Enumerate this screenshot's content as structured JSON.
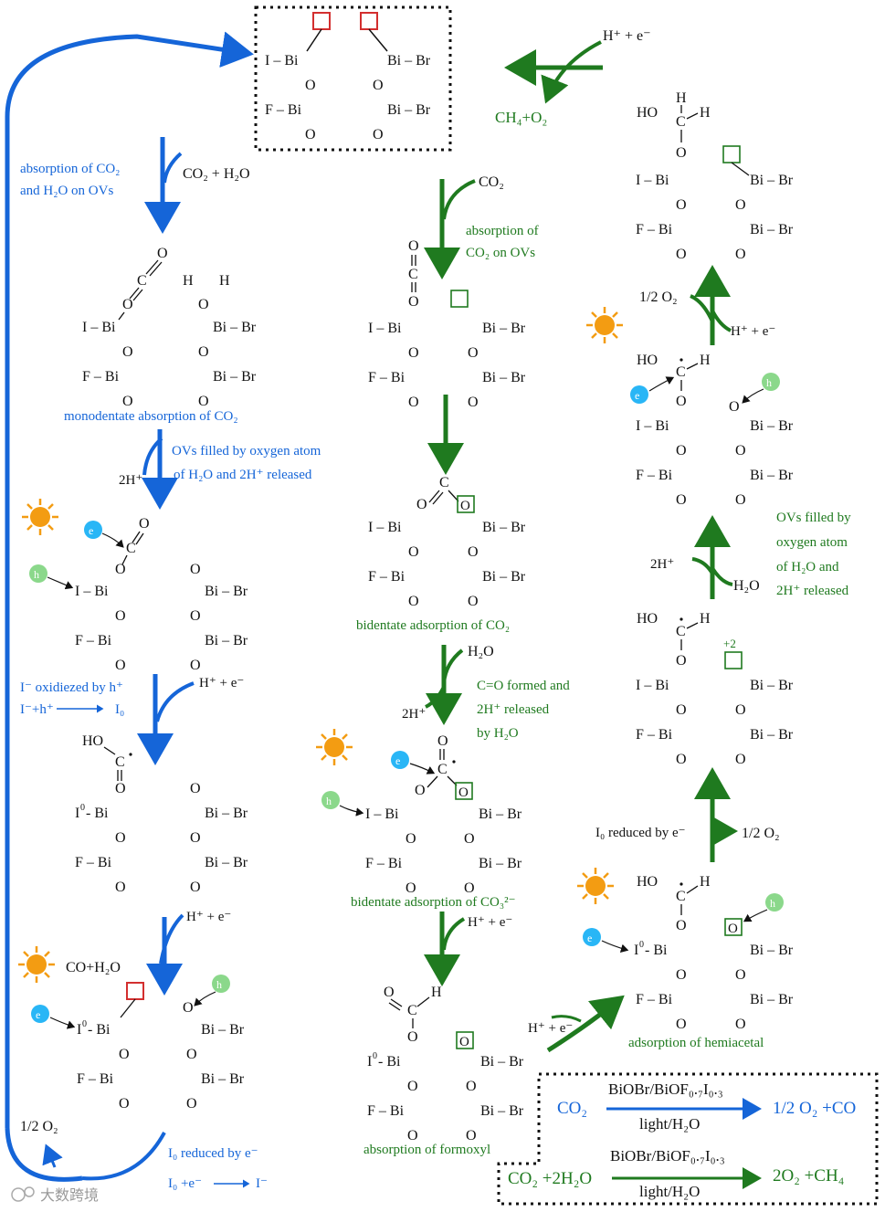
{
  "colors": {
    "blue": "#1565d8",
    "green": "#1f7a1f",
    "black": "#111111",
    "red": "#d32f2f",
    "sun": "#f39c12",
    "electron": "#29b6f6",
    "hole": "#8bd88b"
  },
  "sym": {
    "o": "O",
    "c": "C",
    "h": "H",
    "ho": "HO",
    "ibi": "I – Bi",
    "fbi": "F – Bi",
    "bibr": "Bi – Br",
    "i0bi": "I",
    "i0sup": "0",
    "i0bi2": "- Bi",
    "e": "e",
    "h_hole": "h",
    "plus": "+",
    "minus": "-"
  },
  "labels": {
    "hpe_top": "H⁺ + e⁻",
    "ch4o2": "CH₄+O₂",
    "co2h2o": "CO₂ + H₂O",
    "blue_abs1": "absorption of CO₂",
    "blue_abs2": "and H₂O on OVs",
    "mono": "monodentate absorption of CO₂",
    "ovs1": "OVs filled by oxygen atom",
    "ovs2": "of H₂O and 2H⁺ released",
    "two_h": "2H⁺",
    "hpe": "H⁺ + e⁻",
    "iox1": "I⁻ oxidiezed by h⁺",
    "iox2": "I⁻+h⁺",
    "iox3": "I₀",
    "coh2o": "CO+H₂O",
    "half_o2": "1/2 O₂",
    "i0red1": "I₀ reduced by e⁻",
    "i0red2": "I₀ +e⁻",
    "i0red3": "I⁻",
    "co2": "CO₂",
    "g_abs1": "absorption of",
    "g_abs2": "CO₂ on OVs",
    "bid_co2": "bidentate adsorption of CO₂",
    "h2o": "H₂O",
    "co_form1": "C=O formed and",
    "co_form2": "2H⁺ released",
    "co_form3": "by H₂O",
    "bid_co3": "bidentate adsorption of CO₃²⁻",
    "formoxyl": "absorption of formoxyl",
    "g_half_o2": "1/2 O₂",
    "ovs_r1": "OVs filled by",
    "ovs_r2": "oxygen atom",
    "ovs_r3": "of H₂O and",
    "ovs_r4": "2H⁺ released",
    "plus2": "+2",
    "i0red_r": "I₀ reduced by e⁻",
    "hemi": "adsorption of hemiacetal",
    "box_cat": "BiOBr/BiOF₀.₇I₀.₃",
    "box_cond": "light/H₂O",
    "box_co2": "CO₂",
    "box_p1": "1/2 O₂ +CO",
    "box_r2": "CO₂ +2H₂O",
    "box_p2": "2O₂ +CH₄",
    "watermark": "大数跨境"
  }
}
